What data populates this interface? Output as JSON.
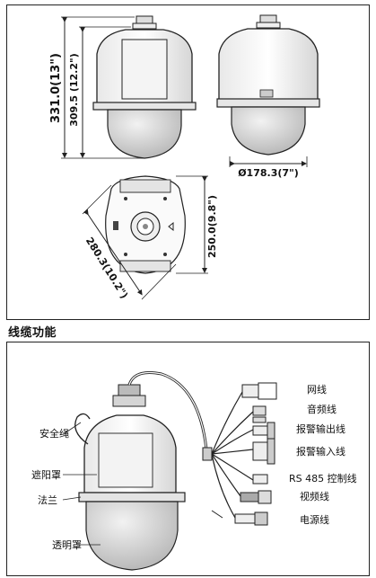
{
  "top_panel": {
    "dim_height_total": "331.0(13\")",
    "dim_height_body": "309.5 (12.2\")",
    "dim_diameter": "Ø178.3(7\")",
    "dim_depth": "250.0(9.8\")",
    "dim_diagonal": "280.3(10.2\")"
  },
  "section_heading": "线缆功能",
  "bottom_panel": {
    "cable_labels": [
      "网线",
      "音频线",
      "报警输出线",
      "报警输入线",
      "RS 485 控制线",
      "视频线",
      "电源线"
    ],
    "part_labels": [
      "安全绳",
      "遮阳罩",
      "法兰",
      "透明罩"
    ]
  },
  "colors": {
    "line": "#222222",
    "fill_gray": "#d9d9d9",
    "dome": "#cfcfcf"
  }
}
